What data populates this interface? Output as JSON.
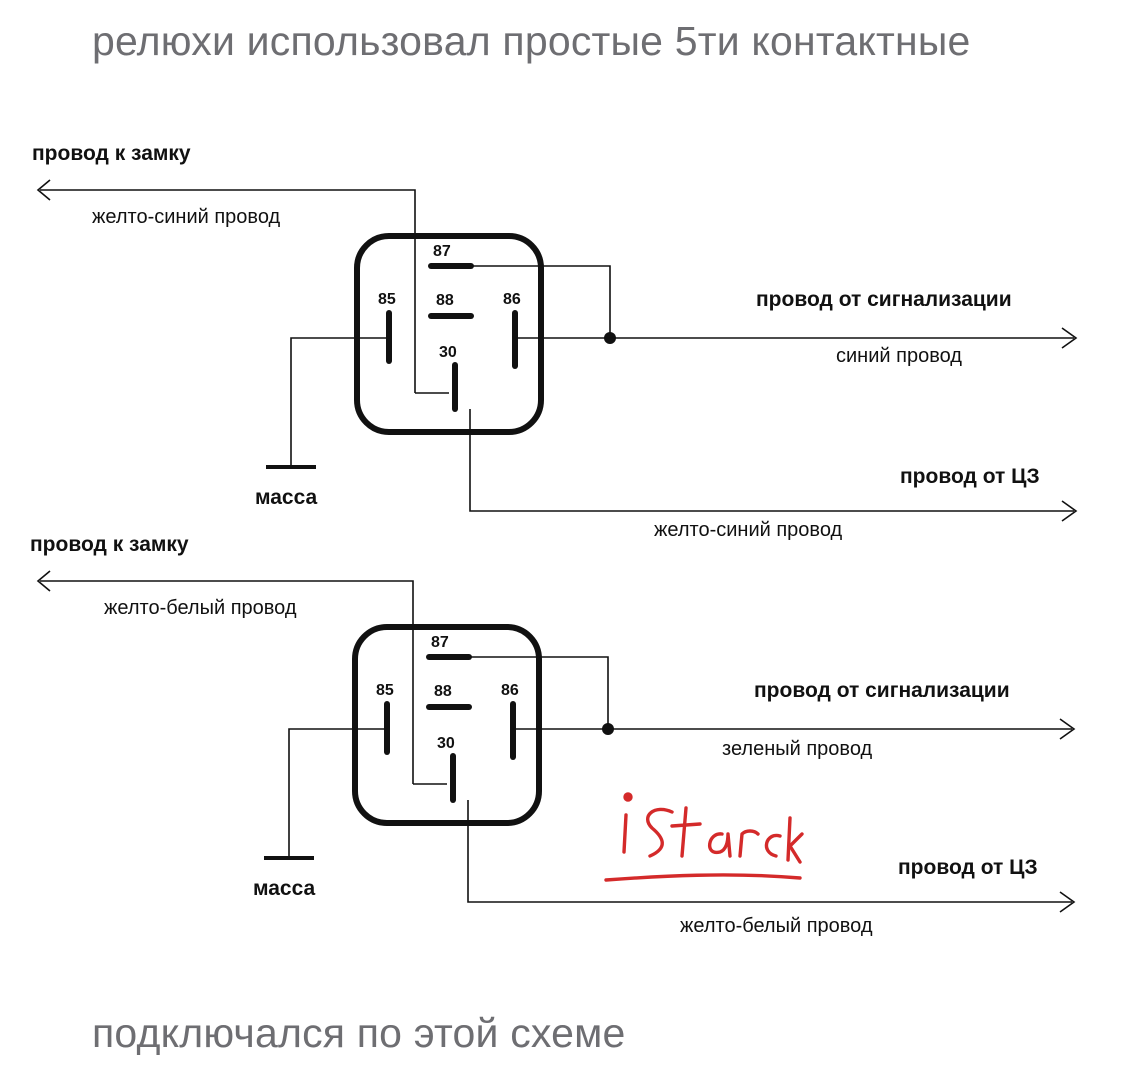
{
  "captions": {
    "top": "релюхи использовал простые 5ти контактные",
    "bottom": "подключался по этой схеме"
  },
  "relays": [
    {
      "lock_label": "провод к замку",
      "lock_wire": "желто-синий провод",
      "alarm_label": "провод от сигнализации",
      "alarm_wire": "синий провод",
      "cz_label": "провод от ЦЗ",
      "cz_wire": "желто-синий провод",
      "ground_label": "масса",
      "pins": {
        "p85": "85",
        "p86": "86",
        "p87": "87",
        "p88": "88",
        "p30": "30"
      }
    },
    {
      "lock_label": "провод к замку",
      "lock_wire": "желто-белый провод",
      "alarm_label": "провод от сигнализации",
      "alarm_wire": "зеленый провод",
      "cz_label": "провод от ЦЗ",
      "cz_wire": "желто-белый провод",
      "ground_label": "масса",
      "pins": {
        "p85": "85",
        "p86": "86",
        "p87": "87",
        "p88": "88",
        "p30": "30"
      }
    }
  ],
  "watermark": {
    "text": "iStarck",
    "color": "#d42a2a"
  },
  "colors": {
    "caption": "#6e6e72",
    "line": "#111111"
  }
}
